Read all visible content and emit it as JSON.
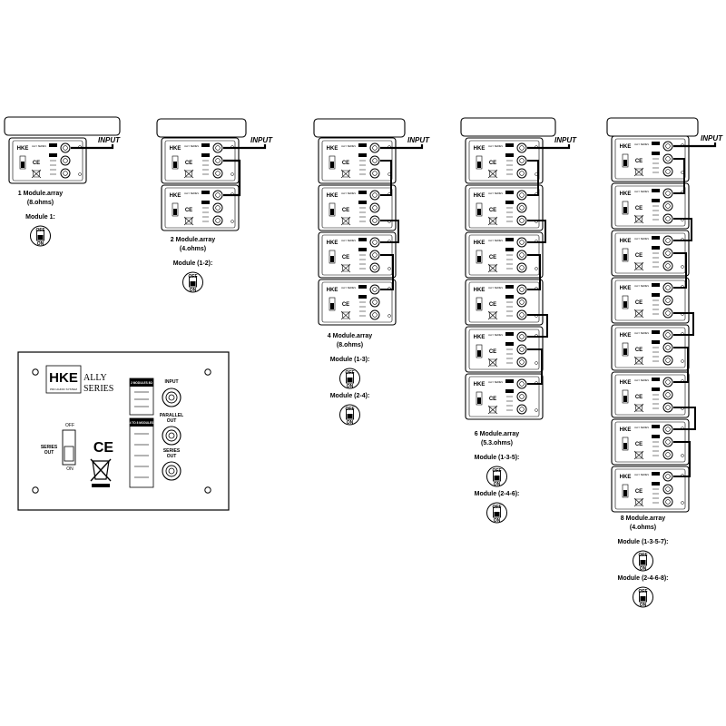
{
  "brand": {
    "logo": "HKE",
    "series_line1": "ALLY",
    "series_line2": "SERIES",
    "logo_sub": "PRO AUDIO SYSTEM"
  },
  "panel": {
    "input_label": "INPUT",
    "parallel_out_label": "PARALLEL OUT",
    "series_out_label": "SERIES OUT",
    "switch_off": "OFF",
    "switch_on": "ON",
    "switch_label": "SERIES OUT",
    "modules_2_label": "2 MODULES 8Ω",
    "modules_4_label": "4 TO 8 MODULES"
  },
  "common": {
    "input": "INPUT",
    "off": "OFF",
    "on": "ON",
    "module_mini_logo": "HKE",
    "module_mini_text": "ALLY SERIES"
  },
  "arrays": [
    {
      "modules": 1,
      "title": "1 Module.array",
      "ohms": "(8.ohms)",
      "switches": [
        {
          "label": "Module 1:"
        }
      ]
    },
    {
      "modules": 2,
      "title": "2 Module.array",
      "ohms": "(4.ohms)",
      "switches": [
        {
          "label": "Module (1-2):"
        }
      ]
    },
    {
      "modules": 4,
      "title": "4 Module.array",
      "ohms": "(8.ohms)",
      "switches": [
        {
          "label": "Module (1-3):"
        },
        {
          "label": "Module (2-4):"
        }
      ]
    },
    {
      "modules": 6,
      "title": "6 Module.array",
      "ohms": "(5.3.ohms)",
      "switches": [
        {
          "label": "Module (1-3-5):"
        },
        {
          "label": "Module (2-4-6):"
        }
      ]
    },
    {
      "modules": 8,
      "title": "8 Module.array",
      "ohms": "(4.ohms)",
      "switches": [
        {
          "label": "Module (1-3-5-7):"
        },
        {
          "label": "Module (2-4-6-8):"
        }
      ]
    }
  ]
}
